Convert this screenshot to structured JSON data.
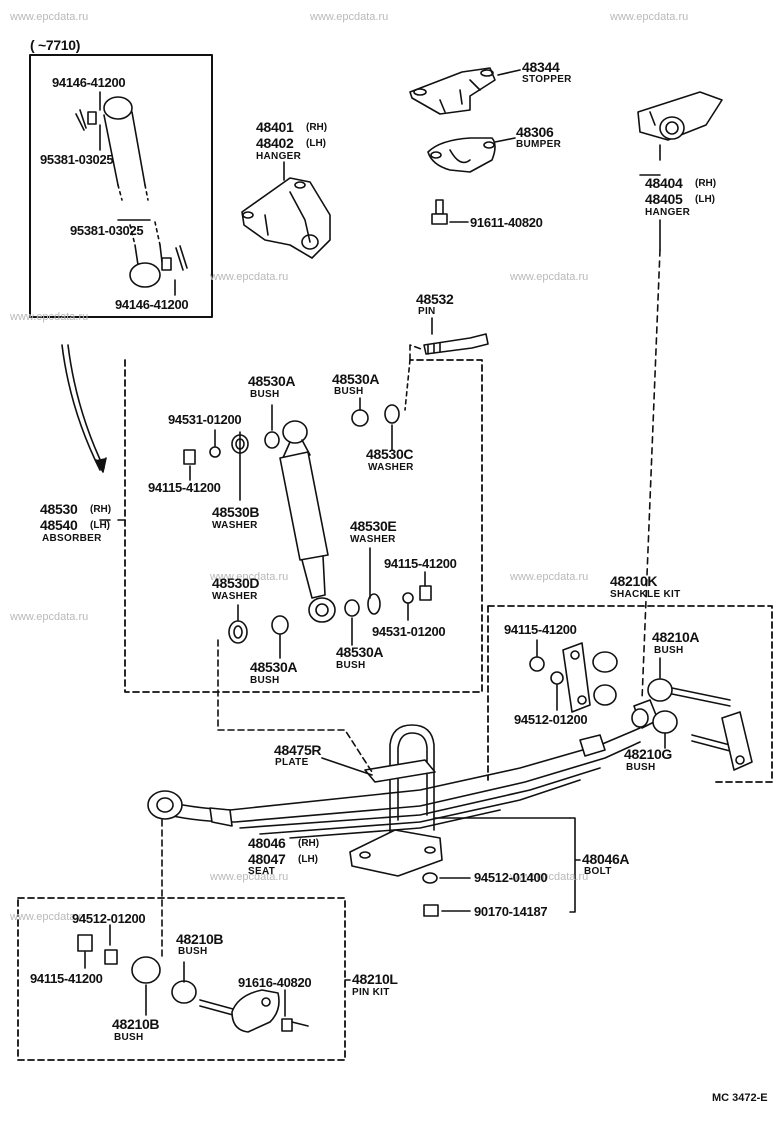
{
  "watermark": "www.epcdata.ru",
  "range_label": "(        ~7710)",
  "diagram_code": "MC 3472-E",
  "parts": {
    "p48344": {
      "number": "48344",
      "name": "STOPPER"
    },
    "p48306": {
      "number": "48306",
      "name": "BUMPER"
    },
    "p91611": {
      "number": "91611-40820"
    },
    "p48401": {
      "number": "48401",
      "side": "(RH)"
    },
    "p48402": {
      "number": "48402",
      "side": "(LH)",
      "name": "HANGER"
    },
    "p48404": {
      "number": "48404",
      "side": "(RH)"
    },
    "p48405": {
      "number": "48405",
      "side": "(LH)",
      "name": "HANGER"
    },
    "p48532": {
      "number": "48532",
      "name": "PIN"
    },
    "p94146a": {
      "number": "94146-41200"
    },
    "p95381a": {
      "number": "95381-03025"
    },
    "p95381b": {
      "number": "95381-03025"
    },
    "p94146b": {
      "number": "94146-41200"
    },
    "p48530Aa": {
      "number": "48530A",
      "name": "BUSH"
    },
    "p48530Ab": {
      "number": "48530A",
      "name": "BUSH"
    },
    "p94531a": {
      "number": "94531-01200"
    },
    "p94115a": {
      "number": "94115-41200"
    },
    "p48530C": {
      "number": "48530C",
      "name": "WASHER"
    },
    "p48530B": {
      "number": "48530B",
      "name": "WASHER"
    },
    "p48530": {
      "number": "48530",
      "side": "(RH)"
    },
    "p48540": {
      "number": "48540",
      "side": "(LH)",
      "name": "ABSORBER"
    },
    "p48530E": {
      "number": "48530E",
      "name": "WASHER"
    },
    "p94115b": {
      "number": "94115-41200"
    },
    "p48530D": {
      "number": "48530D",
      "name": "WASHER"
    },
    "p94531b": {
      "number": "94531-01200"
    },
    "p48530Ac": {
      "number": "48530A",
      "name": "BUSH"
    },
    "p48530Ad": {
      "number": "48530A",
      "name": "BUSH"
    },
    "p48210K": {
      "number": "48210K",
      "name": "SHACKLE  KIT"
    },
    "p94115c": {
      "number": "94115-41200"
    },
    "p48210Aa": {
      "number": "48210A",
      "name": "BUSH"
    },
    "p94512a": {
      "number": "94512-01200"
    },
    "p48210G": {
      "number": "48210G",
      "name": "BUSH"
    },
    "p48475R": {
      "number": "48475R",
      "name": "PLATE"
    },
    "p48046": {
      "number": "48046",
      "side": "(RH)"
    },
    "p48047": {
      "number": "48047",
      "side": "(LH)",
      "name": "SEAT"
    },
    "p48046A": {
      "number": "48046A",
      "name": "BOLT"
    },
    "p94512b": {
      "number": "94512-01400"
    },
    "p90170": {
      "number": "90170-14187"
    },
    "p94512c": {
      "number": "94512-01200"
    },
    "p94115d": {
      "number": "94115-41200"
    },
    "p48210Ba": {
      "number": "48210B",
      "name": "BUSH"
    },
    "p48210Bb": {
      "number": "48210B",
      "name": "BUSH"
    },
    "p91616": {
      "number": "91616-40820"
    },
    "p48210L": {
      "number": "48210L",
      "name": "PIN  KIT"
    }
  }
}
